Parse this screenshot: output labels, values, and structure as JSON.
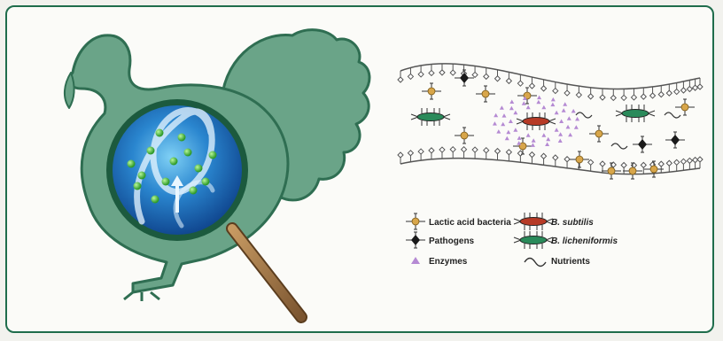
{
  "colors": {
    "frame_border": "#1f6d4c",
    "turkey_fill": "#6aa488",
    "turkey_stroke": "#2f6e52",
    "lactic_acid_bacteria": "#d8a64a",
    "pathogen": "#1a1a1a",
    "enzyme": "#b58ad3",
    "b_subtilis": "#b63a26",
    "b_licheniformis": "#2a8a5a",
    "lens_blue": "#1f6fbf",
    "handle": "#a07846"
  },
  "icons": [
    "turkey-silhouette",
    "magnifying-glass-icon",
    "intestine-wall",
    "bacteria-icon",
    "diamond-icon",
    "triangle-icon",
    "wave-icon"
  ],
  "legend": {
    "lactic_acid_bacteria": "Lactic acid bacteria",
    "pathogens": "Pathogens",
    "enzymes": "Enzymes",
    "b_subtilis": "B. subtilis",
    "b_licheniformis": "B. licheniformis",
    "nutrients": "Nutrients"
  }
}
